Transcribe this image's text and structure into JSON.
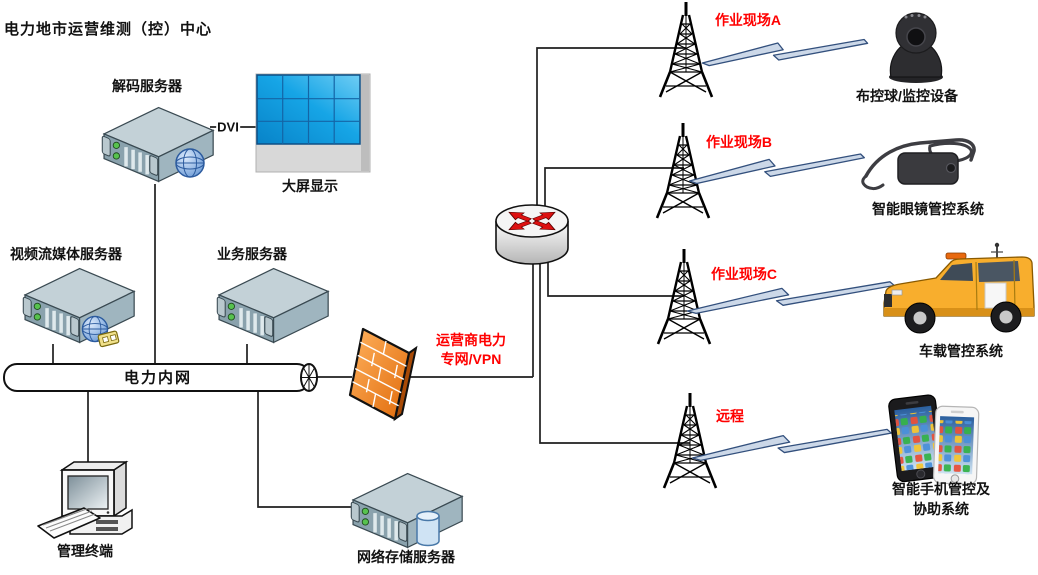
{
  "title": "电力地市运营维测（控）中心",
  "colors": {
    "label_red": "#ff0000",
    "screen_blue": "#0aa2e0",
    "firewall_orange": "#ef7c1a",
    "line_black": "#1f1f1f"
  },
  "center": {
    "decode_server": "解码服务器",
    "dvi": "DVI",
    "big_screen": "大屏显示",
    "media_server": "视频流媒体服务器",
    "business_server": "业务服务器",
    "intranet": "电力内网",
    "terminal": "管理终端",
    "storage_server": "网络存储服务器"
  },
  "wan": {
    "line1": "运营商电力",
    "line2": "专网/VPN"
  },
  "sites": {
    "a": {
      "site": "作业现场A",
      "device": "布控球/监控设备"
    },
    "b": {
      "site": "作业现场B",
      "device": "智能眼镜管控系统"
    },
    "c": {
      "site": "作业现场C",
      "device": "车载管控系统"
    },
    "remote": {
      "site": "远程",
      "device_line1": "智能手机管控及",
      "device_line2": "协助系统"
    }
  }
}
